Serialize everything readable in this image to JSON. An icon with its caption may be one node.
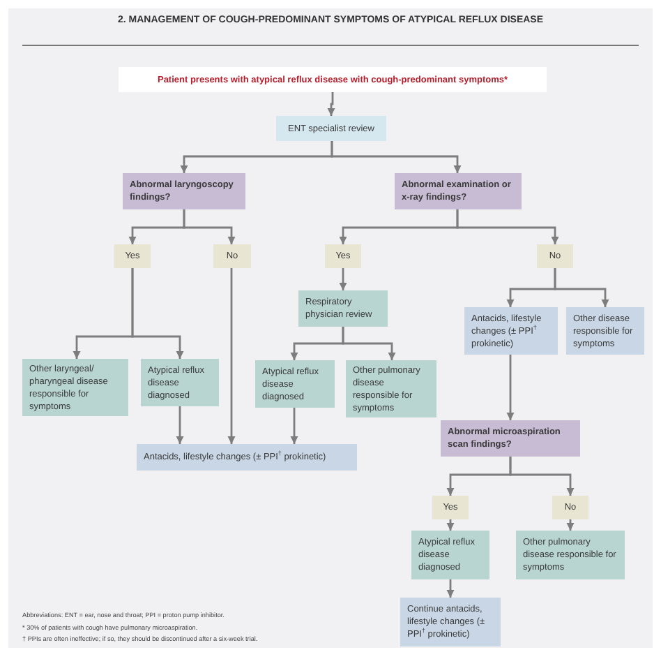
{
  "diagram": {
    "title": "2. MANAGEMENT OF COUGH-PREDOMINANT SYMPTOMS OF ATYPICAL REFLUX DISEASE",
    "nodes": [
      {
        "text": [
          "Patient presents with atypical reflux disease with cough-predominant symptoms*"
        ]
      },
      {
        "text": [
          "ENT specialist review"
        ]
      },
      {
        "text": [
          "Abnormal laryngoscopy findings?"
        ]
      },
      {
        "text": [
          "Abnormal examination or x-ray findings?"
        ]
      },
      {
        "text": [
          "Yes"
        ]
      },
      {
        "text": [
          "No"
        ]
      },
      {
        "text": [
          "Yes"
        ]
      },
      {
        "text": [
          "No"
        ]
      },
      {
        "text": [
          "Respiratory physician review"
        ]
      },
      {
        "text": [
          "Other laryngeal/ pharyngeal disease responsible for symptoms"
        ]
      },
      {
        "text": [
          "Atypical reflux disease diagnosed"
        ]
      },
      {
        "text": [
          "Atypical reflux disease diagnosed"
        ]
      },
      {
        "text": [
          "Other pulmonary disease responsible for symptoms"
        ]
      },
      {
        "text": [
          "Antacids, lifestyle changes (± PPI$^{†}$ prokinetic)"
        ]
      },
      {
        "text": [
          "Other disease responsible for symptoms"
        ]
      },
      {
        "text": [
          "Antacids, lifestyle changes (± PPI$^{†}$ prokinetic)"
        ]
      },
      {
        "text": [
          "Abnormal microaspiration scan findings?"
        ]
      },
      {
        "text": [
          "Yes"
        ]
      },
      {
        "text": [
          "No"
        ]
      },
      {
        "text": [
          "Atypical reflux disease diagnosed"
        ]
      },
      {
        "text": [
          "Other pulmonary disease responsible for symptoms"
        ]
      },
      {
        "text": [
          "Continue antacids, lifestyle changes (± PPI$^{†}$ prokinetic)"
        ]
      }
    ],
    "edges": [
      {
        "from": 0,
        "to": 1,
        "arrow": "to"
      },
      {
        "from": 1,
        "to": 2,
        "arrow": "to"
      },
      {
        "from": 1,
        "to": 3,
        "arrow": "to"
      },
      {
        "from": 2,
        "to": 4,
        "arrow": "to"
      },
      {
        "from": 2,
        "to": 5,
        "arrow": "to"
      },
      {
        "from": 3,
        "to": 6,
        "arrow": "to"
      },
      {
        "from": 3,
        "to": 7,
        "arrow": "to"
      },
      {
        "from": 4,
        "to": 9,
        "arrow": "to"
      },
      {
        "from": 4,
        "to": 10,
        "arrow": "to"
      },
      {
        "from": 5,
        "to": 15,
        "arrow": "to"
      },
      {
        "from": 6,
        "to": 8,
        "arrow": "to"
      },
      {
        "from": 8,
        "to": 11,
        "arrow": "to"
      },
      {
        "from": 8,
        "to": 12,
        "arrow": "to"
      },
      {
        "from": 7,
        "to": 13,
        "arrow": "to"
      },
      {
        "from": 7,
        "to": 14,
        "arrow": "to"
      },
      {
        "from": 10,
        "to": 15,
        "arrow": "to"
      },
      {
        "from": 11,
        "to": 15,
        "arrow": "to"
      },
      {
        "from": 13,
        "to": 16,
        "arrow": "to"
      },
      {
        "from": 16,
        "to": 17,
        "arrow": "to"
      },
      {
        "from": 16,
        "to": 18,
        "arrow": "to"
      },
      {
        "from": 17,
        "to": 19,
        "arrow": "to"
      },
      {
        "from": 18,
        "to": 20,
        "arrow": "to"
      },
      {
        "from": 19,
        "to": 21,
        "arrow": "to"
      }
    ],
    "labels": [
      "Abbreviations: ENT = ear, nose and throat; PPI = proton pump inhibitor.",
      "* 30% of patients with cough have pulmonary microaspiration.",
      "† PPIs are often ineffective; if so, they should be discontinued after a six-week trial."
    ]
  }
}
